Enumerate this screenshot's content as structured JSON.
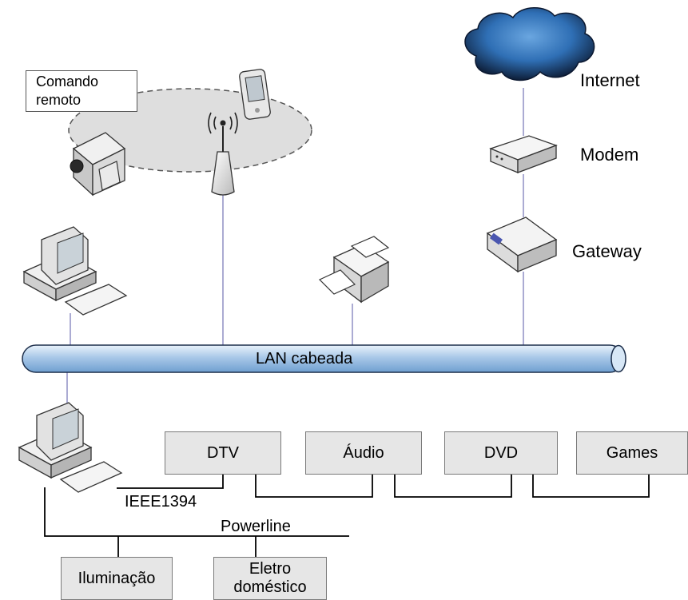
{
  "labels": {
    "remote_control_line1": "Comando",
    "remote_control_line2": "remoto",
    "internet": "Internet",
    "modem": "Modem",
    "gateway": "Gateway",
    "lan": "LAN cabeada",
    "ieee1394": "IEEE1394",
    "powerline": "Powerline"
  },
  "ieee1394_devices": [
    "DTV",
    "Áudio",
    "DVD",
    "Games"
  ],
  "powerline_devices": {
    "lighting": "Iluminação",
    "appliance_line1": "Eletro",
    "appliance_line2": "doméstico"
  }
}
